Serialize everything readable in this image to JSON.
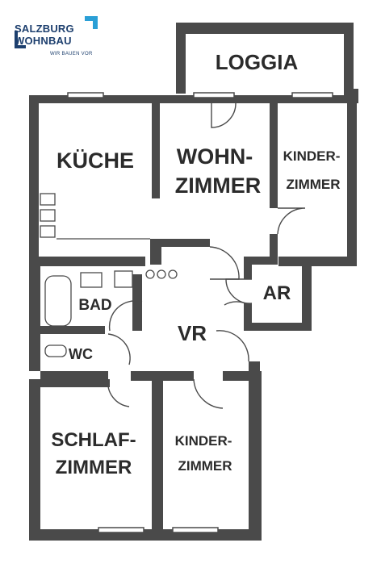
{
  "logo": {
    "line1": "SALZBURG",
    "line2": "WOHNBAU",
    "tagline": "WIR BAUEN VOR",
    "brand_color": "#1d3f6e",
    "accent_color": "#2a9fd6"
  },
  "rooms": {
    "loggia": "LOGGIA",
    "kueche": "KÜCHE",
    "wohnzimmer_1": "WOHN-",
    "wohnzimmer_2": "ZIMMER",
    "kinderzimmer_top_1": "KINDER-",
    "kinderzimmer_top_2": "ZIMMER",
    "bad": "BAD",
    "ar": "AR",
    "vr": "VR",
    "wc": "WC",
    "schlafzimmer_1": "SCHLAF-",
    "schlafzimmer_2": "ZIMMER",
    "kinderzimmer_bottom_1": "KINDER-",
    "kinderzimmer_bottom_2": "ZIMMER"
  },
  "colors": {
    "wall": "#4a4a4a",
    "text": "#2b2b2b"
  }
}
